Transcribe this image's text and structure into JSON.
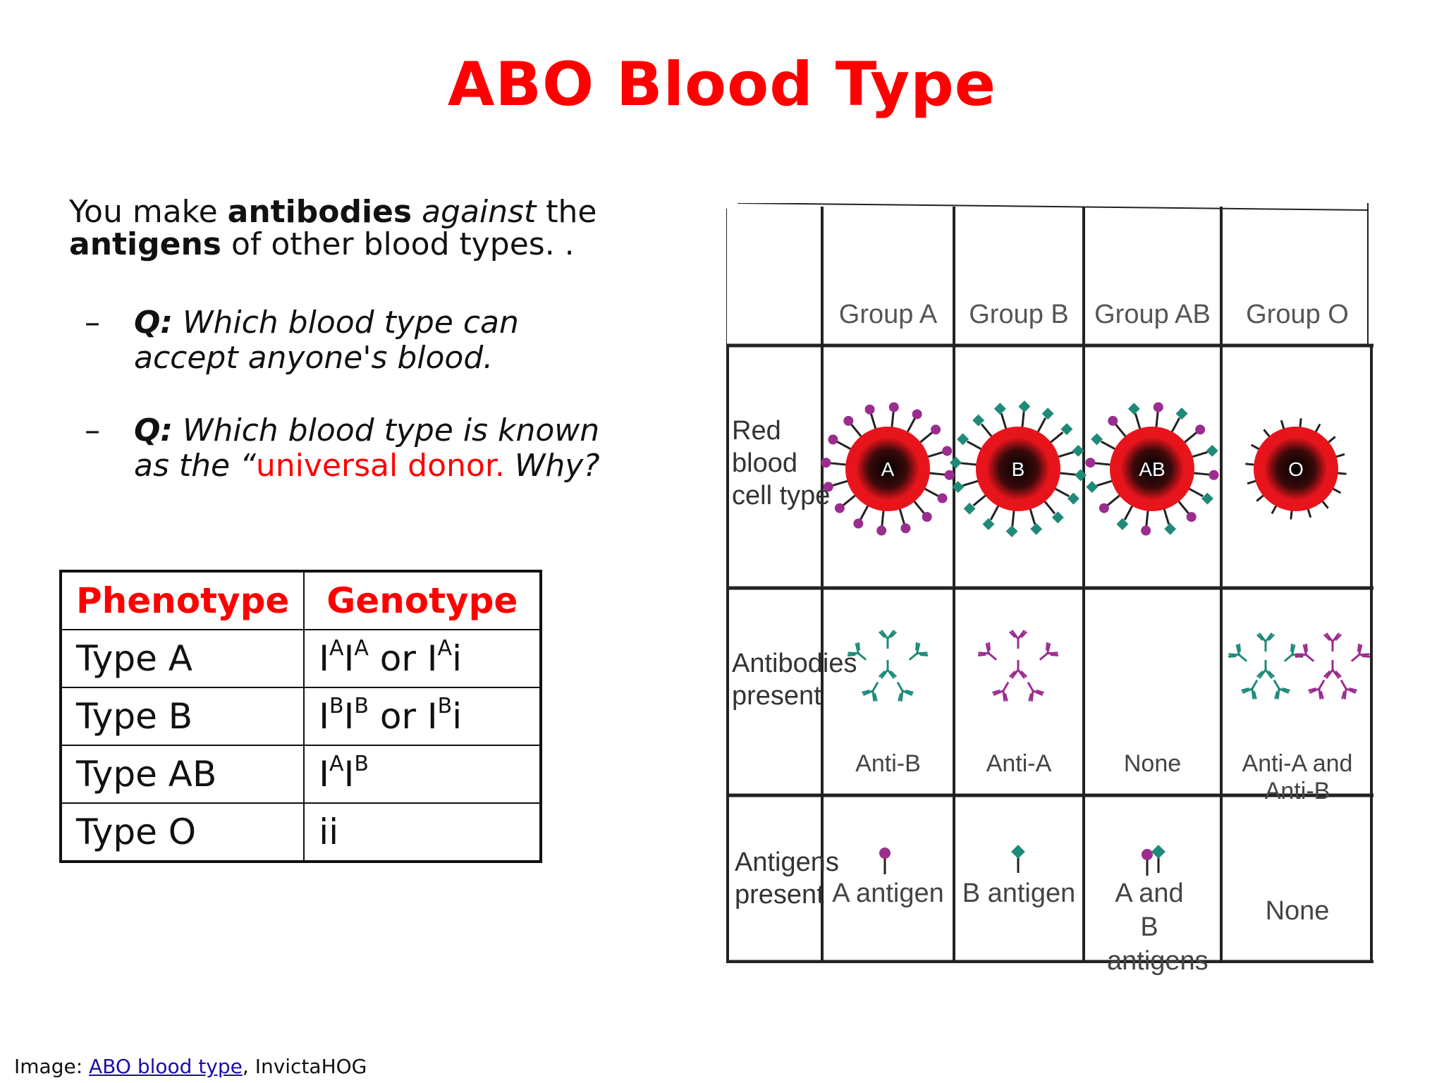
{
  "title": "ABO Blood Type",
  "intro": {
    "p1": "You make ",
    "b1": "antibodies",
    "i1": " against",
    "p2": " the",
    "b2": "antigens",
    "p3": " of other blood types. ."
  },
  "questions": [
    {
      "dash": "–",
      "label": "Q:",
      "text": " Which blood type can accept anyone's blood."
    },
    {
      "dash": "–",
      "label": "Q:",
      "text": " Which blood type is known as the “",
      "red": "universal donor.",
      "tail": " Why?"
    }
  ],
  "genotype_table": {
    "headers": [
      "Phenotype",
      "Genotype"
    ],
    "rows": [
      {
        "phenotype": "Type A",
        "genotype": [
          [
            "I",
            "A"
          ],
          [
            "I",
            "A"
          ],
          [
            " or I",
            ""
          ],
          [
            "",
            "A"
          ],
          [
            "i",
            ""
          ]
        ]
      },
      {
        "phenotype": "Type B",
        "genotype": [
          [
            "I",
            "B"
          ],
          [
            "I",
            "B"
          ],
          [
            " or I",
            ""
          ],
          [
            "",
            "B"
          ],
          [
            "i",
            ""
          ]
        ]
      },
      {
        "phenotype": "Type AB",
        "genotype": [
          [
            "I",
            "A"
          ],
          [
            "I",
            "B"
          ]
        ]
      },
      {
        "phenotype": "Type O",
        "genotype": [
          [
            "ii",
            ""
          ]
        ]
      }
    ]
  },
  "chart": {
    "groups": [
      "Group A",
      "Group B",
      "Group AB",
      "Group O"
    ],
    "row_labels": [
      "Red blood cell type",
      "Antibodies present",
      "Antigens present"
    ],
    "cell_labels": [
      "A",
      "B",
      "AB",
      "O"
    ],
    "antibodies": [
      "Anti-B",
      "Anti-A",
      "None",
      "Anti-A and Anti-B"
    ],
    "antigens": [
      "A antigen",
      "B antigen",
      "A and B antigens",
      "None"
    ],
    "colors": {
      "antigen_a": "#9b2d8f",
      "antigen_b": "#1f8a7a",
      "cell": "#e8141c"
    }
  },
  "credit": {
    "prefix": "Image: ",
    "link": "ABO blood type",
    "suffix": ", InvictaHOG"
  }
}
